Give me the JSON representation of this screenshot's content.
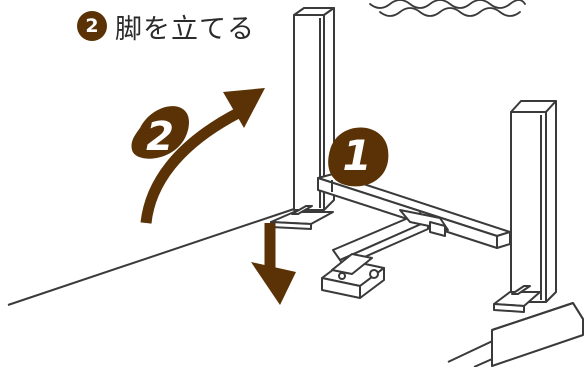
{
  "instruction": {
    "step_number": "2",
    "text": "脚を立てる"
  },
  "markers": [
    {
      "label": "1",
      "meaning": "lock-lever"
    },
    {
      "label": "2",
      "meaning": "raise-leg"
    }
  ],
  "colors": {
    "brown": "#5a3206",
    "badge_text": "#ffffff",
    "line": "#3a3a3a",
    "paper": "#ffffff",
    "caption_text": "#2b2b2b"
  }
}
